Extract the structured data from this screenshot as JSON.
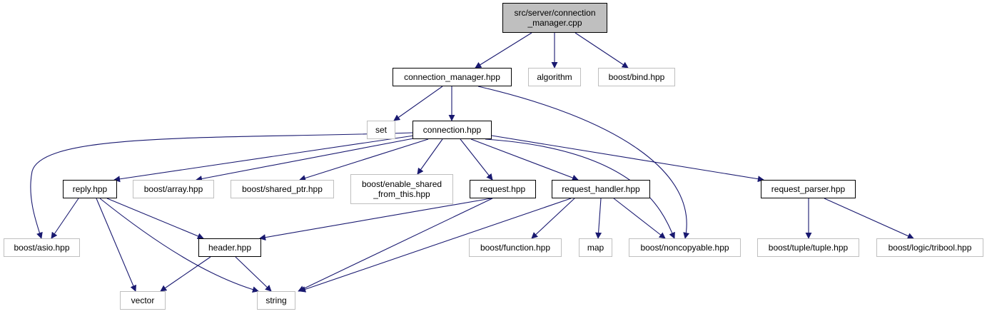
{
  "colors": {
    "edge": "#191970",
    "root_fill": "#bfbfbf",
    "internal_border": "#000000",
    "external_border": "#bfbfbf"
  },
  "nodes": [
    {
      "id": "root",
      "label": "src/server/connection\n_manager.cpp",
      "kind": "root"
    },
    {
      "id": "connection_manager",
      "label": "connection_manager.hpp",
      "kind": "internal"
    },
    {
      "id": "algorithm",
      "label": "algorithm",
      "kind": "external"
    },
    {
      "id": "boost_bind",
      "label": "boost/bind.hpp",
      "kind": "external"
    },
    {
      "id": "set",
      "label": "set",
      "kind": "external"
    },
    {
      "id": "connection",
      "label": "connection.hpp",
      "kind": "internal"
    },
    {
      "id": "reply",
      "label": "reply.hpp",
      "kind": "internal"
    },
    {
      "id": "boost_array",
      "label": "boost/array.hpp",
      "kind": "external"
    },
    {
      "id": "boost_shared_ptr",
      "label": "boost/shared_ptr.hpp",
      "kind": "external"
    },
    {
      "id": "boost_enable_shared",
      "label": "boost/enable_shared\n_from_this.hpp",
      "kind": "external"
    },
    {
      "id": "request",
      "label": "request.hpp",
      "kind": "internal"
    },
    {
      "id": "request_handler",
      "label": "request_handler.hpp",
      "kind": "internal"
    },
    {
      "id": "request_parser",
      "label": "request_parser.hpp",
      "kind": "internal"
    },
    {
      "id": "boost_asio",
      "label": "boost/asio.hpp",
      "kind": "external"
    },
    {
      "id": "header",
      "label": "header.hpp",
      "kind": "internal"
    },
    {
      "id": "boost_function",
      "label": "boost/function.hpp",
      "kind": "external"
    },
    {
      "id": "map",
      "label": "map",
      "kind": "external"
    },
    {
      "id": "boost_noncopyable",
      "label": "boost/noncopyable.hpp",
      "kind": "external"
    },
    {
      "id": "boost_tuple",
      "label": "boost/tuple/tuple.hpp",
      "kind": "external"
    },
    {
      "id": "boost_tribool",
      "label": "boost/logic/tribool.hpp",
      "kind": "external"
    },
    {
      "id": "vector",
      "label": "vector",
      "kind": "external"
    },
    {
      "id": "string",
      "label": "string",
      "kind": "external"
    }
  ],
  "edges": [
    [
      "root",
      "connection_manager"
    ],
    [
      "root",
      "algorithm"
    ],
    [
      "root",
      "boost_bind"
    ],
    [
      "connection_manager",
      "set"
    ],
    [
      "connection_manager",
      "connection"
    ],
    [
      "connection_manager",
      "boost_noncopyable"
    ],
    [
      "connection",
      "boost_asio"
    ],
    [
      "connection",
      "reply"
    ],
    [
      "connection",
      "boost_array"
    ],
    [
      "connection",
      "boost_shared_ptr"
    ],
    [
      "connection",
      "boost_enable_shared"
    ],
    [
      "connection",
      "request"
    ],
    [
      "connection",
      "request_handler"
    ],
    [
      "connection",
      "boost_noncopyable"
    ],
    [
      "connection",
      "request_parser"
    ],
    [
      "reply",
      "boost_asio"
    ],
    [
      "reply",
      "header"
    ],
    [
      "reply",
      "vector"
    ],
    [
      "reply",
      "string"
    ],
    [
      "request",
      "header"
    ],
    [
      "request",
      "string"
    ],
    [
      "request_handler",
      "boost_function"
    ],
    [
      "request_handler",
      "map"
    ],
    [
      "request_handler",
      "boost_noncopyable"
    ],
    [
      "request_handler",
      "string"
    ],
    [
      "request_parser",
      "boost_tuple"
    ],
    [
      "request_parser",
      "boost_tribool"
    ],
    [
      "header",
      "vector"
    ],
    [
      "header",
      "string"
    ]
  ]
}
